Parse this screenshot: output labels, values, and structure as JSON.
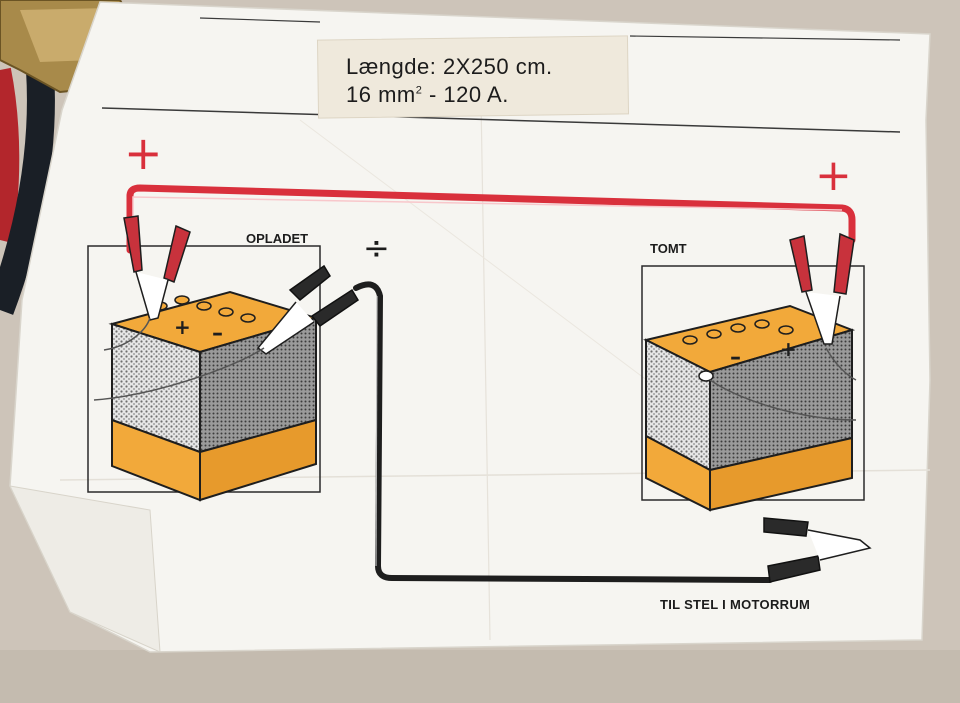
{
  "label": {
    "length_text": "Længde: 2X250 cm.",
    "spec_prefix": "16 mm",
    "spec_superscript": "2",
    "spec_suffix": " - 120 A."
  },
  "left_battery": {
    "caption": "OPLADET"
  },
  "right_battery": {
    "caption": "TOMT"
  },
  "ground_caption": "TIL STEL I MOTORRUM",
  "signs": {
    "positive": "+",
    "negative": "÷"
  },
  "colors": {
    "positive_cable": "#d9303c",
    "negative_cable": "#1e1e1e",
    "battery_orange": "#f2a93a",
    "clamp_red": "#c8323c",
    "clamp_black": "#2a2a2a",
    "paper": "#f6f5f1",
    "tape": "#efe9dc"
  }
}
